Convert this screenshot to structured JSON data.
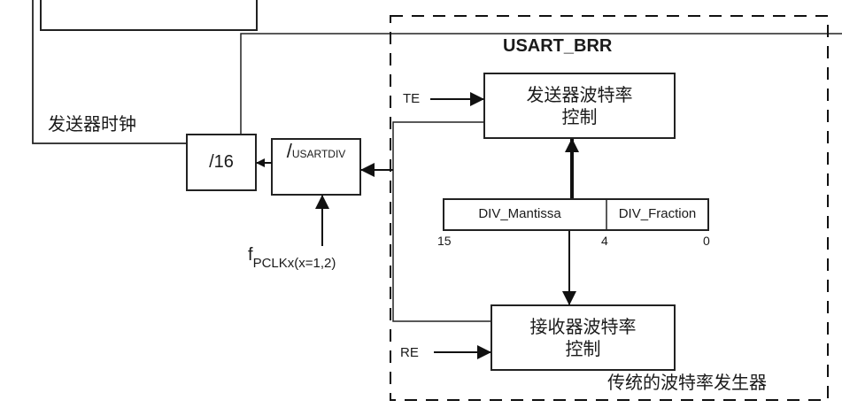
{
  "diagram": {
    "register_title": "USART_BRR",
    "transmitter_clock_label": "发送器时钟",
    "divide16_label": "/16",
    "usartdiv_prefix": "/",
    "usartdiv_label": "USARTDIV",
    "pclk_label_f": "f",
    "pclk_label_sub": "PCLKx(x=1,2)",
    "te_label": "TE",
    "re_label": "RE",
    "tx_block": {
      "line1": "发送器波特率",
      "line2": "控制"
    },
    "rx_block": {
      "line1": "接收器波特率",
      "line2": "控制"
    },
    "register_fields": [
      {
        "name": "DIV_Mantissa",
        "high_bit": "15"
      },
      {
        "name": "DIV_Fraction",
        "high_bit": "4",
        "low_bit": "0"
      }
    ],
    "bit_labels": {
      "msb": "15",
      "mid": "4",
      "lsb": "0"
    },
    "generator_caption": "传统的波特率发生器"
  }
}
